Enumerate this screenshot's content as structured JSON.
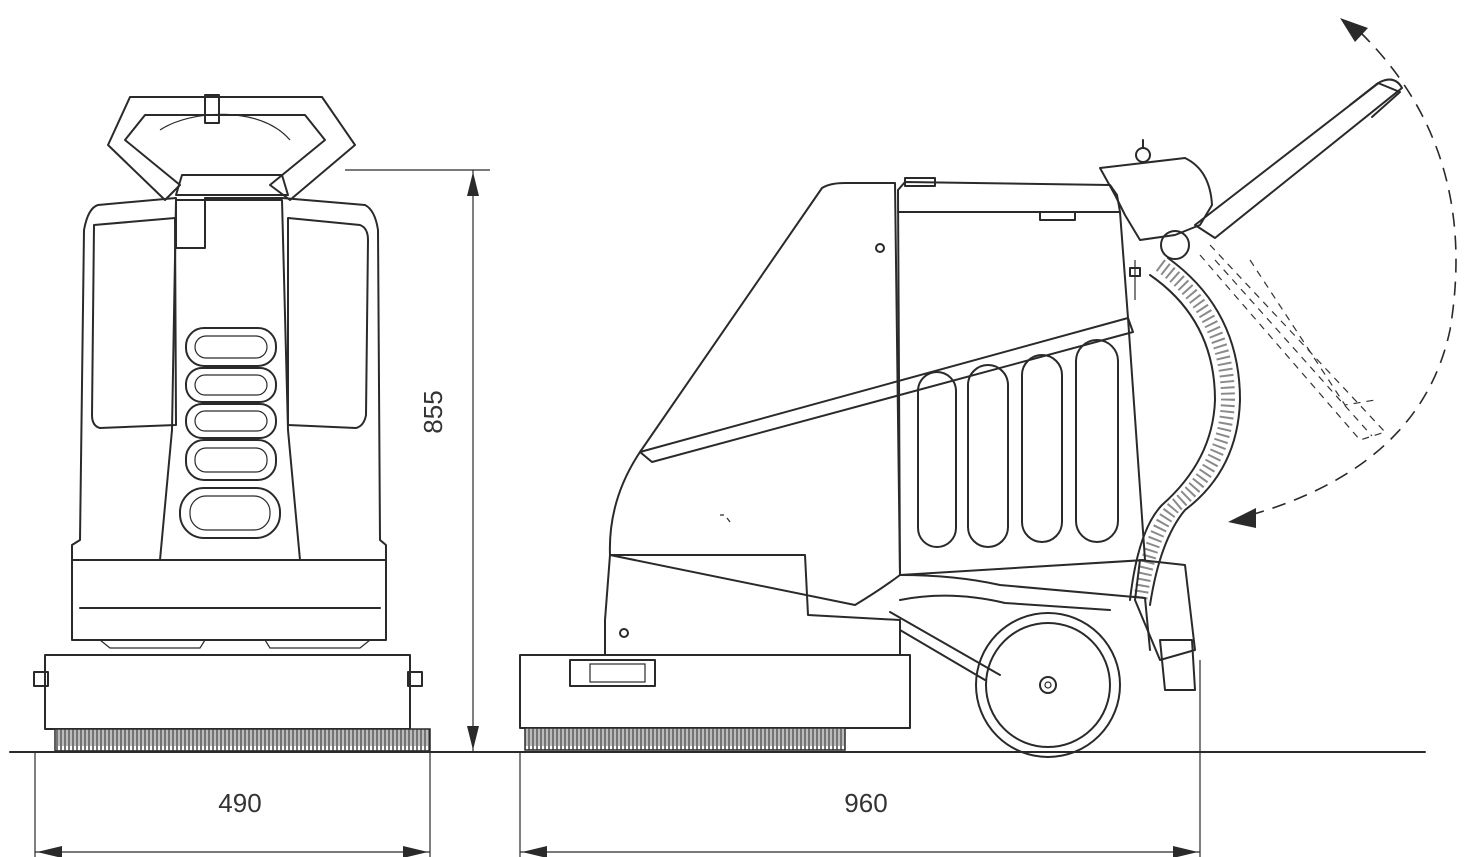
{
  "dimensions": {
    "height_label": "855",
    "front_width_label": "490",
    "side_length_label": "960"
  },
  "colors": {
    "ink": "#2a2a2a",
    "paper": "#ffffff"
  }
}
